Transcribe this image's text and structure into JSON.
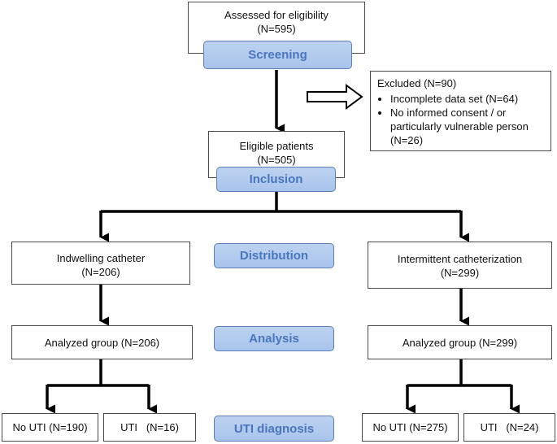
{
  "nodes": {
    "assessed": {
      "line1": "Assessed for eligibility",
      "line2": "(N=595)"
    },
    "excluded": {
      "title": "Excluded (N=90)",
      "items": [
        "Incomplete data set (N=64)",
        "No informed consent / or particularly vulnerable person",
        "(N=26)"
      ]
    },
    "eligible": {
      "line1": "Eligible patients",
      "line2": "(N=505)"
    },
    "indwelling": {
      "line1": "Indwelling catheter",
      "line2": "(N=206)"
    },
    "intermittent": {
      "line1": "Intermittent catheterization",
      "line2": "(N=299)"
    },
    "analyzed_left": {
      "label": "Analyzed group (N=206)"
    },
    "analyzed_right": {
      "label": "Analyzed group (N=299)"
    },
    "no_uti_left": {
      "label": "No UTI (N=190)"
    },
    "uti_left": {
      "label": "UTI   (N=16)"
    },
    "no_uti_right": {
      "label": "No UTI (N=275)"
    },
    "uti_right": {
      "label": "UTI   (N=24)"
    }
  },
  "stages": {
    "screening": "Screening",
    "inclusion": "Inclusion",
    "distribution": "Distribution",
    "analysis": "Analysis",
    "uti_diagnosis": "UTI diagnosis"
  },
  "colors": {
    "stage_fill": "#b3cbee",
    "stage_text": "#4a76bd",
    "line": "#000000"
  }
}
